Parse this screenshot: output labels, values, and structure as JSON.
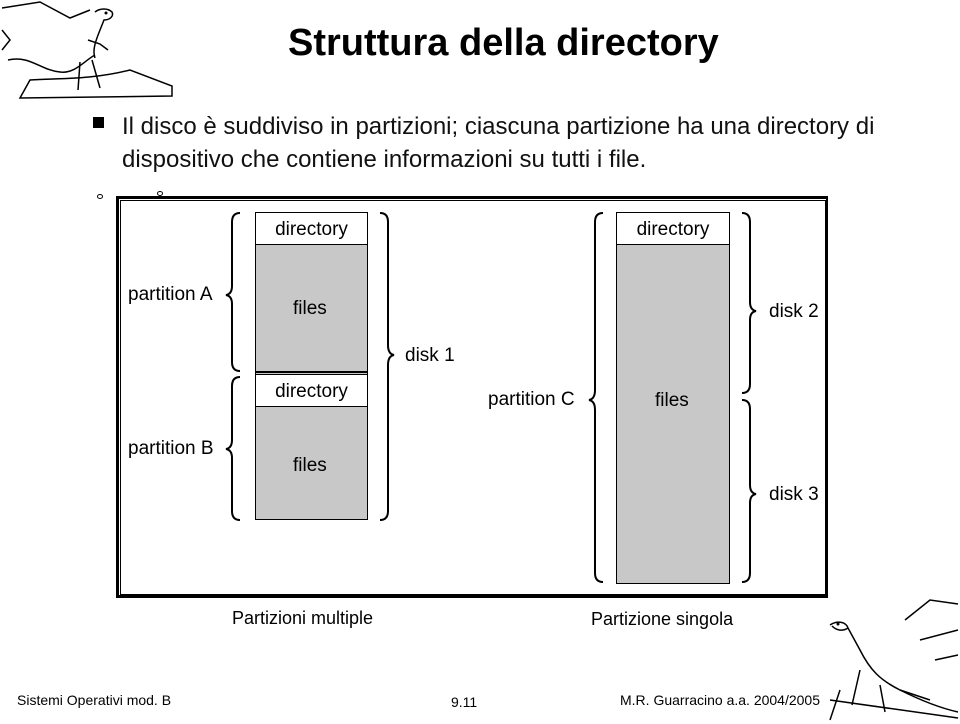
{
  "slide": {
    "title": "Struttura della directory",
    "bullet": "Il disco è suddiviso in partizioni; ciascuna partizione ha una directory di dispositivo che contiene informazioni su tutti i file."
  },
  "diagram": {
    "left_column": {
      "top_header": "directory",
      "top_body": "files",
      "bottom_header": "directory",
      "bottom_body": "files"
    },
    "right_column": {
      "header": "directory",
      "body": "files"
    },
    "labels": {
      "partition_a": "partition A",
      "partition_b": "partition B",
      "partition_c": "partition C",
      "disk1": "disk 1",
      "disk2": "disk 2",
      "disk3": "disk 3"
    }
  },
  "captions": {
    "left": "Partizioni multiple",
    "right": "Partizione singola"
  },
  "footer": {
    "course": "Sistemi Operativi mod. B",
    "page": "9.11",
    "author": "M.R. Guarracino a.a. 2004/2005"
  }
}
